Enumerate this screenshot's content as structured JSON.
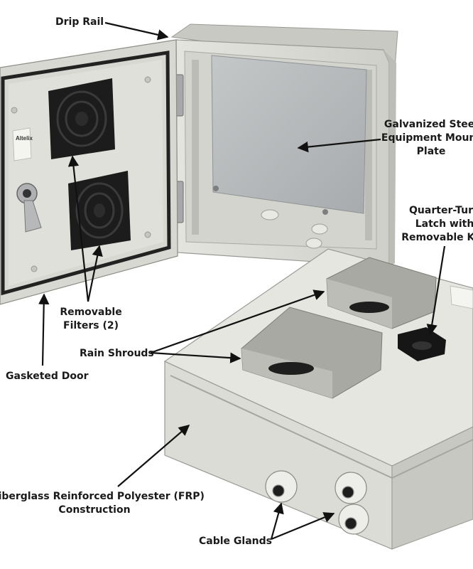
{
  "callouts": {
    "drip_rail": [
      "Drip Rail"
    ],
    "mount_plate": [
      "Galvanized Steel",
      "Equipment Mount",
      "Plate"
    ],
    "latch": [
      "Quarter-Turn",
      "Latch with",
      "Removable Key"
    ],
    "filters": [
      "Removable",
      "Filters (2)"
    ],
    "rain_shrouds": [
      "Rain Shrouds"
    ],
    "gasketed_door": [
      "Gasketed Door"
    ],
    "frp": [
      "Fiberglass Reinforced Polyester (FRP)",
      "Construction"
    ],
    "cable_glands": [
      "Cable Glands"
    ]
  },
  "brand_label": "Altelix",
  "colors": {
    "enclosure": "#d9d9d4",
    "enclosure_shadow": "#b9b9b3",
    "filter": "#1c1c1c",
    "plate": "#b9bcbd",
    "text": "#1a1a1a"
  }
}
